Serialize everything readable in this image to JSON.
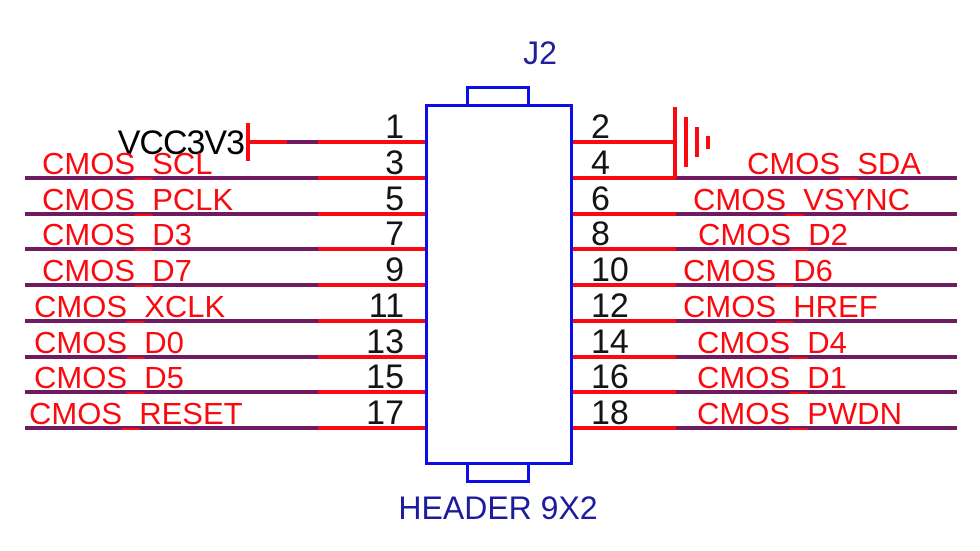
{
  "connector": {
    "designator": "J2",
    "part": "HEADER 9X2",
    "type": "schematic-header-connector",
    "pin_count": 18
  },
  "colors": {
    "wire_red": "#fa0a0f",
    "wire_purple": "#701a62",
    "connector_blue": "#0d0de8",
    "designator_navy": "#20209a",
    "label_red": "#fa0a0f",
    "pin_number_black": "#141414",
    "power_label_black": "#000000",
    "background": "#ffffff"
  },
  "symbols": {
    "power_port": "VCC3V3 bar symbol on pin 1",
    "ground": "earth ground symbol on pin 2"
  },
  "rows": [
    {
      "left_pin": "1",
      "left_label": "VCC3V3",
      "right_pin": "2",
      "right_label": ""
    },
    {
      "left_pin": "3",
      "left_label": "CMOS_SCL",
      "right_pin": "4",
      "right_label": "CMOS_SDA"
    },
    {
      "left_pin": "5",
      "left_label": "CMOS_PCLK",
      "right_pin": "6",
      "right_label": "CMOS_VSYNC"
    },
    {
      "left_pin": "7",
      "left_label": "CMOS_D3",
      "right_pin": "8",
      "right_label": "CMOS_D2"
    },
    {
      "left_pin": "9",
      "left_label": "CMOS_D7",
      "right_pin": "10",
      "right_label": "CMOS_D6"
    },
    {
      "left_pin": "11",
      "left_label": "CMOS_XCLK",
      "right_pin": "12",
      "right_label": "CMOS_HREF"
    },
    {
      "left_pin": "13",
      "left_label": "CMOS_D0",
      "right_pin": "14",
      "right_label": "CMOS_D4"
    },
    {
      "left_pin": "15",
      "left_label": "CMOS_D5",
      "right_pin": "16",
      "right_label": "CMOS_D1"
    },
    {
      "left_pin": "17",
      "left_label": "CMOS_RESET",
      "right_pin": "18",
      "right_label": "CMOS_PWDN"
    }
  ]
}
